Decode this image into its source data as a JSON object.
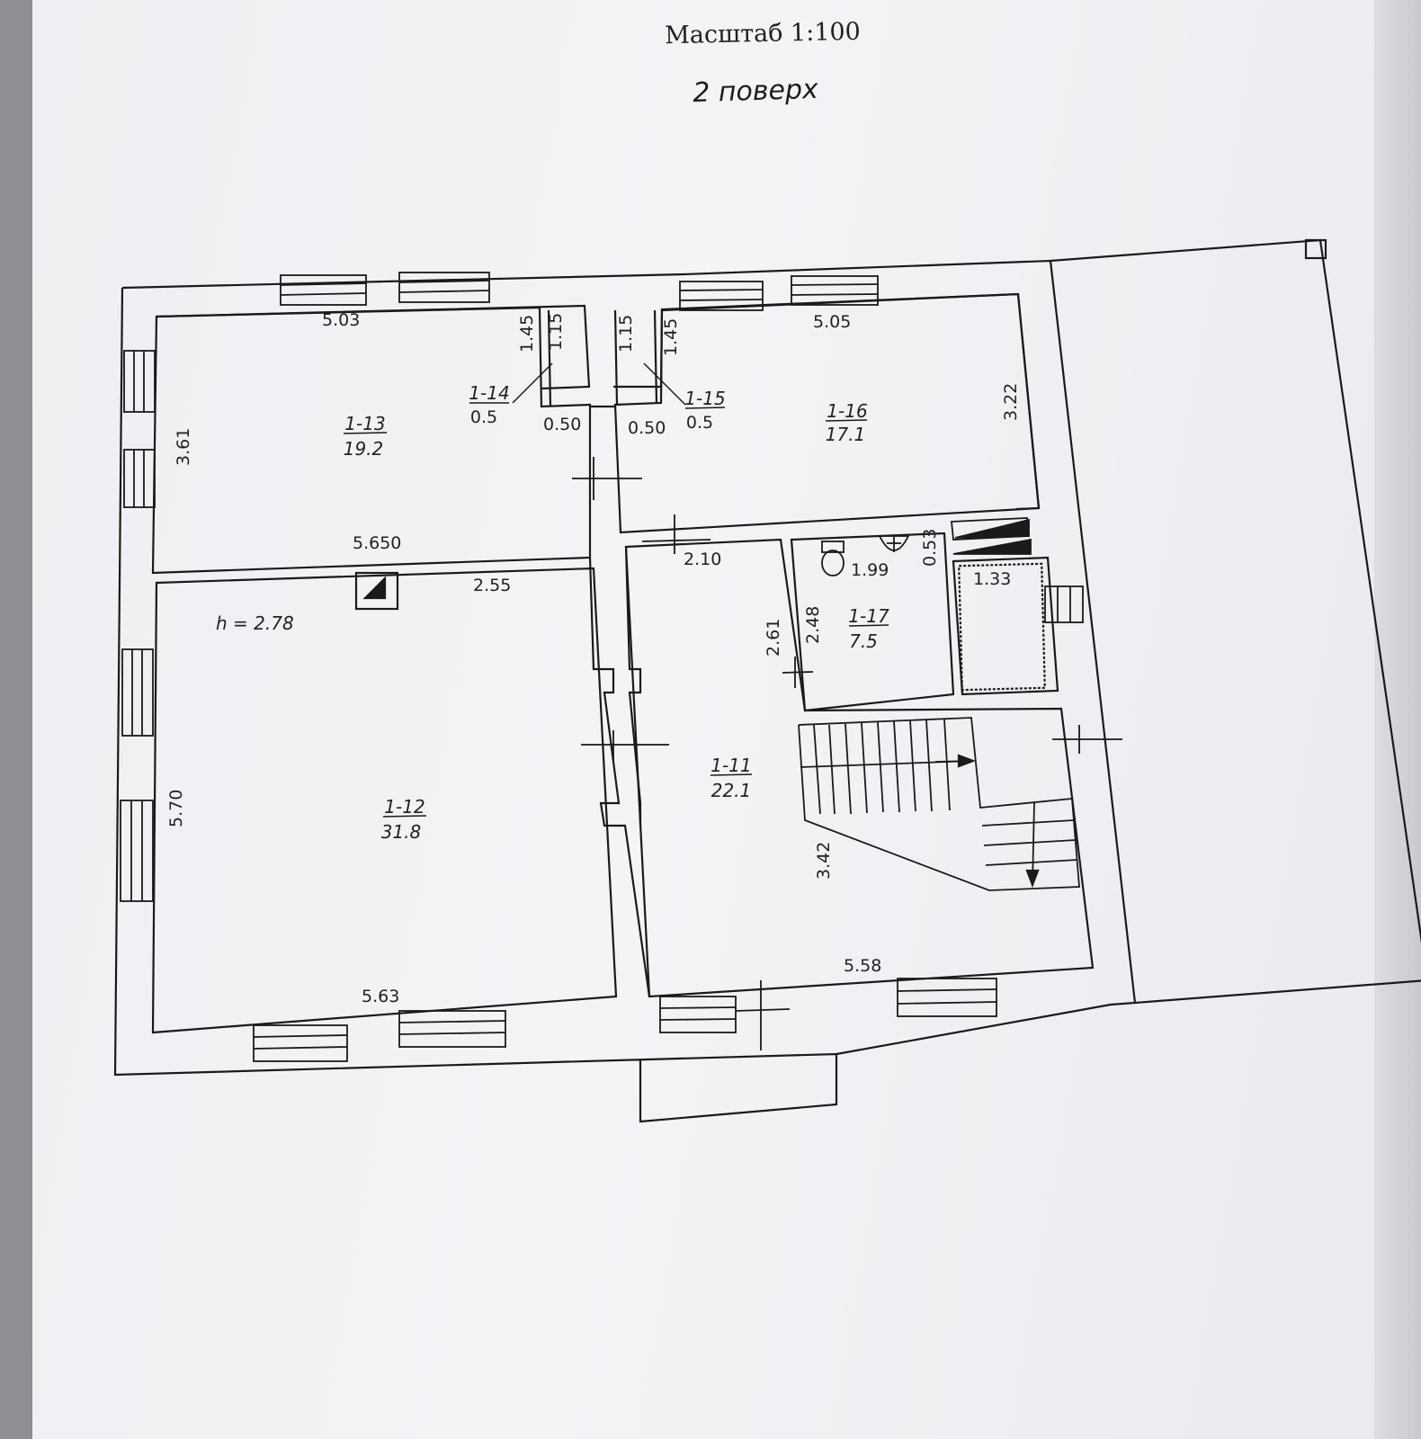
{
  "header": {
    "scale": "Масштаб 1:100",
    "floor": "2 поверх"
  },
  "rooms": [
    {
      "id": "1-11",
      "area": "22.1"
    },
    {
      "id": "1-12",
      "area": "31.8"
    },
    {
      "id": "1-13",
      "area": "19.2"
    },
    {
      "id": "1-14",
      "area": "0.5"
    },
    {
      "id": "1-15",
      "area": "0.5"
    },
    {
      "id": "1-16",
      "area": "17.1"
    },
    {
      "id": "1-17",
      "area": "7.5"
    }
  ],
  "dimensions": {
    "d503": "5.03",
    "d505": "5.05",
    "d361": "3.61",
    "d322": "3.22",
    "d5650": "5.650",
    "d255": "2.55",
    "d570": "5.70",
    "d563": "5.63",
    "d558": "5.58",
    "d342": "3.42",
    "d261": "2.61",
    "d248": "2.48",
    "d199": "1.99",
    "d053": "0.53",
    "d133": "1.33",
    "d210": "2.10",
    "d050a": "0.50",
    "d050b": "0.50",
    "d145a": "1.45",
    "d115a": "1.15",
    "d115b": "1.15",
    "d145b": "1.45"
  },
  "ceiling_height": "h = 2.78",
  "colors": {
    "line": "#1a1a1a",
    "paper": "#f0f1f4"
  }
}
